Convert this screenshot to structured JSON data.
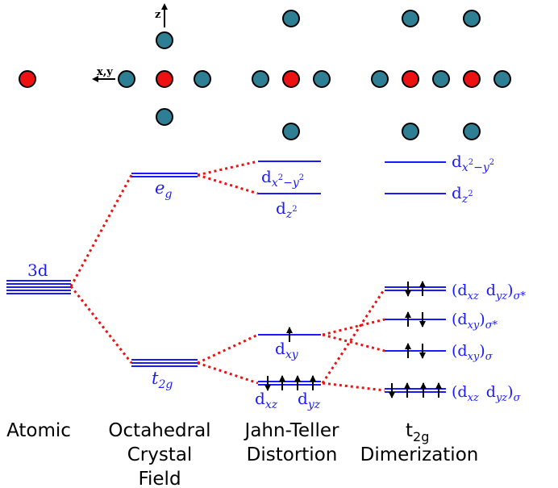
{
  "colors": {
    "level": "#1a1aff",
    "connector": "#ee1111",
    "metal_atom": "#ee1111",
    "ligand_atom": "#2e7f93",
    "label": "#1a1aff",
    "spin": "#000000"
  },
  "axes": {
    "z": "z",
    "xy": "x,y"
  },
  "stages": [
    {
      "id": "atomic",
      "lines": [
        "Atomic"
      ]
    },
    {
      "id": "octahedral",
      "lines": [
        "Octahedral",
        "Crystal",
        "Field"
      ]
    },
    {
      "id": "jahn-teller",
      "lines": [
        "Jahn-Teller",
        "Distortion"
      ]
    },
    {
      "id": "dimerization",
      "lines": [
        "t",
        "Dimerization"
      ],
      "sub": "2g"
    }
  ],
  "levels": {
    "atomic": {
      "label": "3d"
    },
    "eg": {
      "base": "e",
      "sub": "g"
    },
    "t2g": {
      "base": "t",
      "sub": "2g"
    },
    "jt_x2y2": {
      "base": "d",
      "sub": "x",
      "sup": "2",
      "sub2": "−y",
      "sup2": "2"
    },
    "jt_z2": {
      "base": "d",
      "sub": "z",
      "sup": "2"
    },
    "jt_xy": {
      "base": "d",
      "sub": "xy"
    },
    "jt_xz": {
      "base": "d",
      "sub": "xz"
    },
    "jt_yz": {
      "base": "d",
      "sub": "yz"
    },
    "dim_x2y2": {
      "base": "d",
      "sub": "x",
      "sup": "2",
      "sub2": "−y",
      "sup2": "2"
    },
    "dim_z2": {
      "base": "d",
      "sub": "z",
      "sup": "2"
    },
    "dim_xzyz_star": {
      "text": "(d",
      "sub1": "xz",
      "mid": "d",
      "sub2": "yz",
      "close": ")",
      "sub3": "σ*"
    },
    "dim_xy_star": {
      "text": "(d",
      "sub1": "xy",
      "close": ")",
      "sub3": "σ*"
    },
    "dim_xy": {
      "text": "(d",
      "sub1": "xy",
      "close": ")",
      "sub3": "σ"
    },
    "dim_xzyz": {
      "text": "(d",
      "sub1": "xz",
      "mid": "d",
      "sub2": "yz",
      "close": ")",
      "sub3": "σ"
    }
  }
}
